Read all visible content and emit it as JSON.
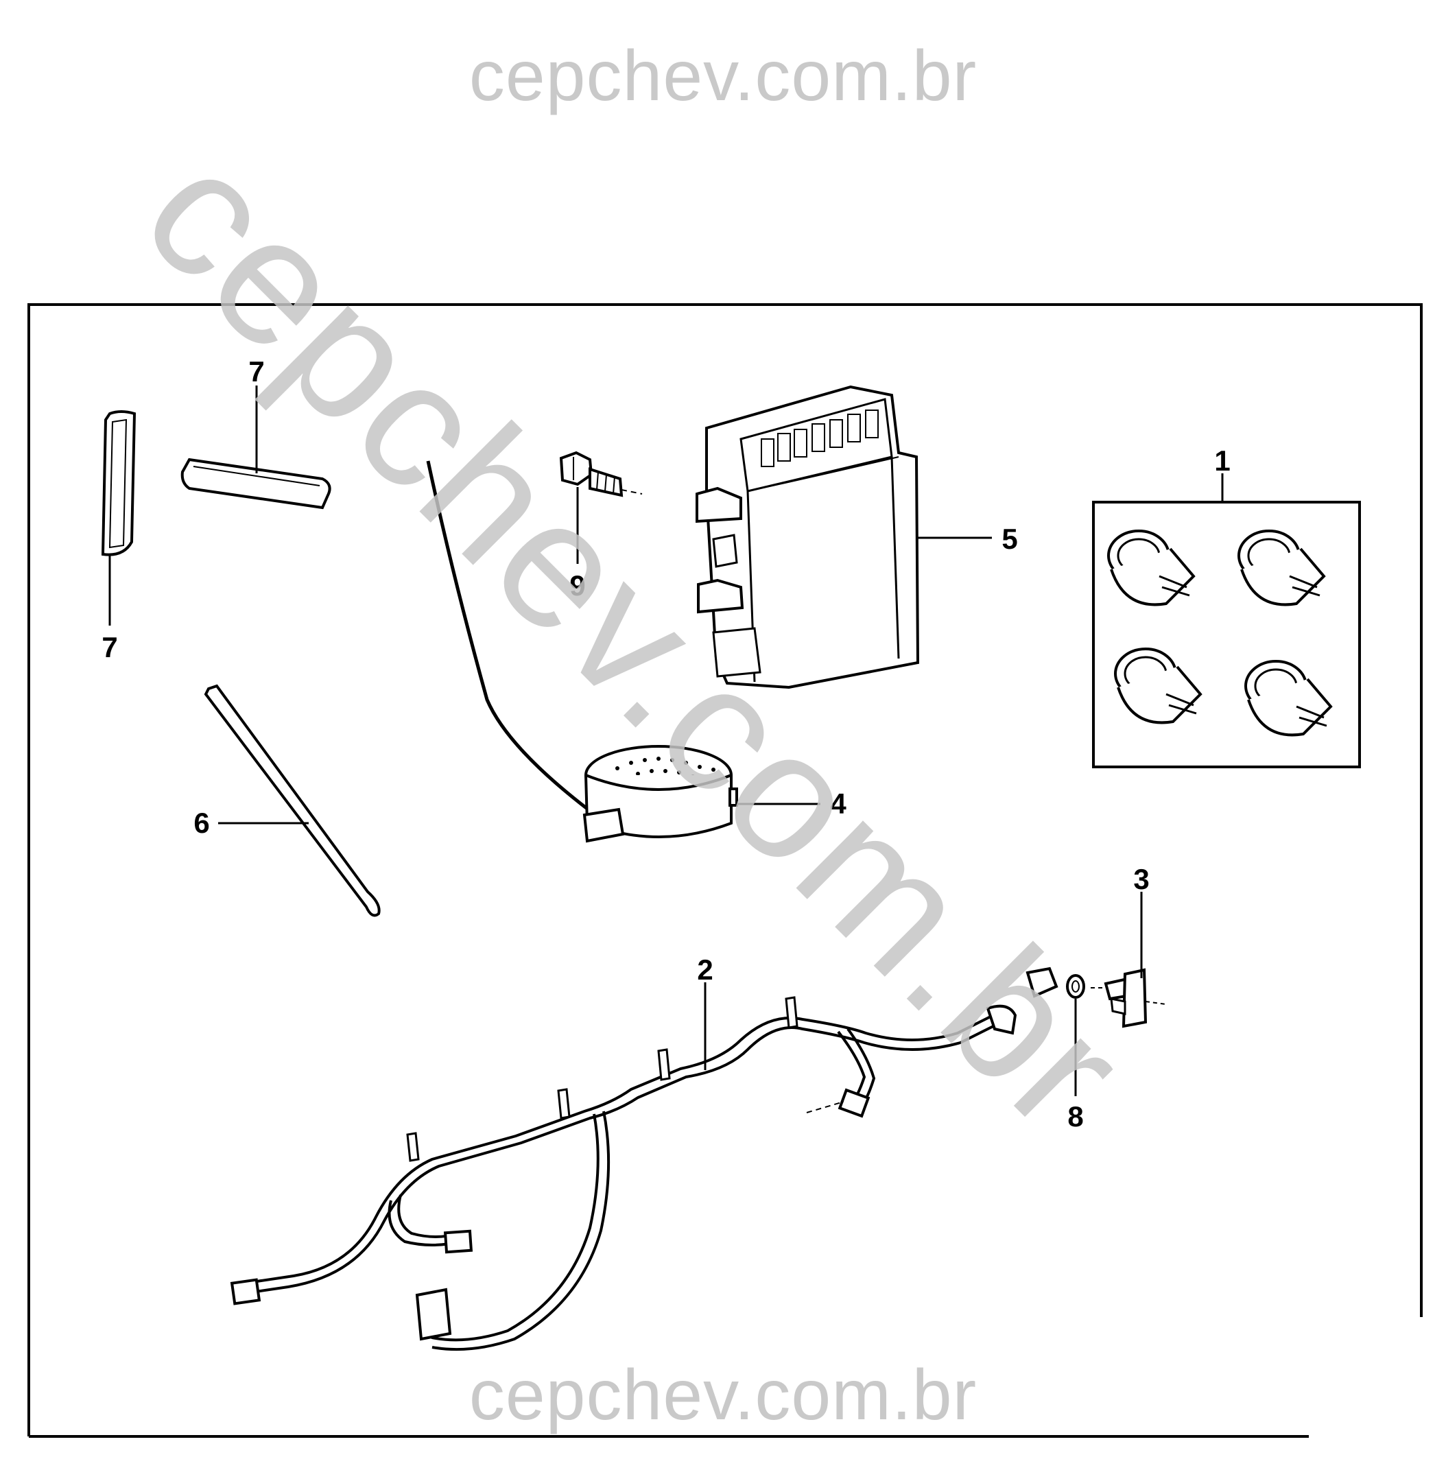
{
  "watermark": {
    "top": "cepchev.com.br",
    "bottom": "cepchev.com.br",
    "diagonal": "cepchev.com.br"
  },
  "callouts": {
    "c1": "1",
    "c2": "2",
    "c3": "3",
    "c4": "4",
    "c5": "5",
    "c6": "6",
    "c7a": "7",
    "c7b": "7",
    "c8": "8",
    "c9": "9"
  }
}
